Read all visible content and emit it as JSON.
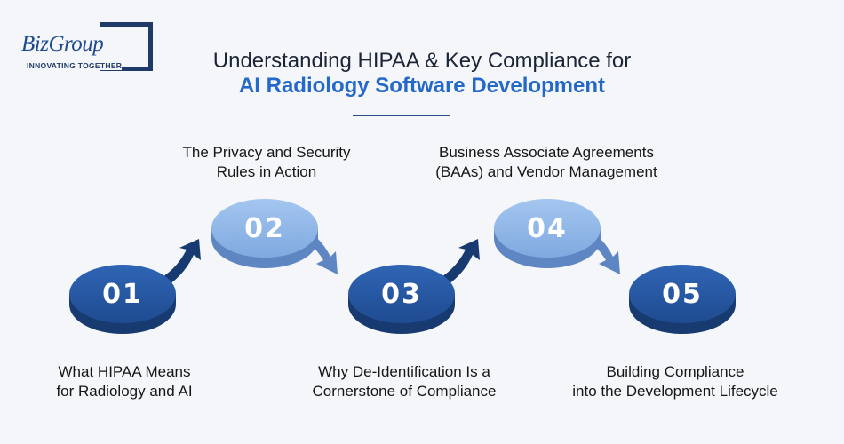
{
  "logo": {
    "brand": "BizGroup",
    "tagline": "INNOVATING TOGETHER"
  },
  "title": {
    "line1": "Understanding HIPAA & Key Compliance for",
    "line2": "AI Radiology Software Development"
  },
  "colors": {
    "dark_blue": "#2a579c",
    "light_blue": "#8bb3e6",
    "accent": "#2468c8"
  },
  "steps": [
    {
      "number": "01",
      "label_line1": "What HIPAA Means",
      "label_line2": "for Radiology and AI",
      "style": "dark"
    },
    {
      "number": "02",
      "label_line1": "The Privacy and Security",
      "label_line2": "Rules in Action",
      "style": "light"
    },
    {
      "number": "03",
      "label_line1": "Why De-Identification Is a",
      "label_line2": "Cornerstone of Compliance",
      "style": "dark"
    },
    {
      "number": "04",
      "label_line1": "Business Associate Agreements",
      "label_line2": "(BAAs) and Vendor Management",
      "style": "light"
    },
    {
      "number": "05",
      "label_line1": "Building Compliance",
      "label_line2": "into the Development Lifecycle",
      "style": "dark"
    }
  ]
}
